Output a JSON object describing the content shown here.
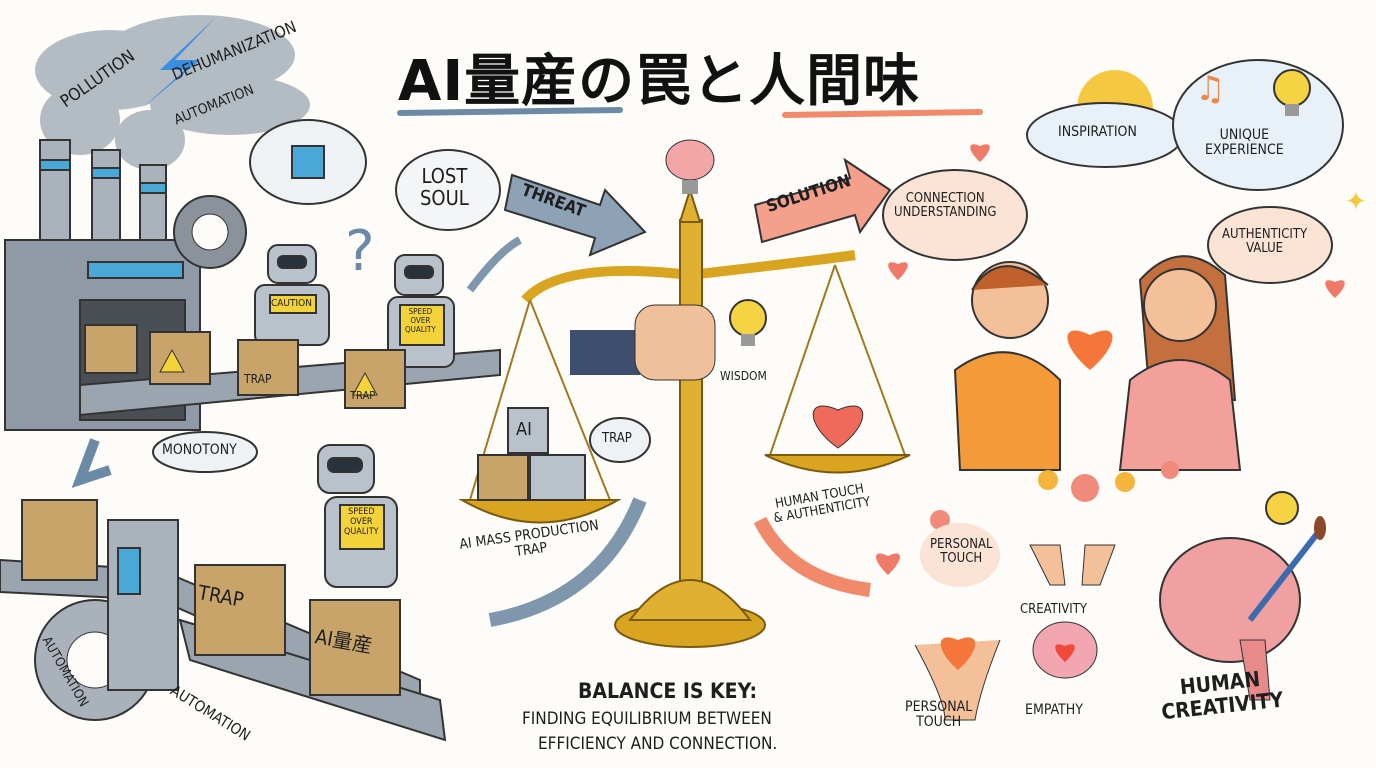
{
  "title": "AI量産の罠と人間味",
  "left_side": {
    "smoke_labels": [
      "POLLUTION",
      "DEHUMANIZATION",
      "AUTOMATION"
    ],
    "thought_bubble": "LOST\nSOUL",
    "threat_arrow": "THREAT",
    "robot_badge_1": "CAUTION",
    "robot_badge_2": "SPEED\nOVER\nQUALITY",
    "robot_badge_3": "SPEED\nOVER\nQUALITY",
    "box_labels": [
      "TRAP",
      "TRAP",
      "TRAP",
      "AI量産"
    ],
    "monotony_bubble": "MONOTONY",
    "gear_label": "AUTOMATION",
    "conveyor_label": "AUTOMATION"
  },
  "center": {
    "scale_box_ai": "AI",
    "trap_bubble": "TRAP",
    "left_pan_label": "AI MASS PRODUCTION\nTRAP",
    "wisdom_label": "WISDOM",
    "right_pan_label": "HUMAN TOUCH\n& AUTHENTICITY",
    "balance_heading": "BALANCE IS KEY:",
    "balance_line1": "FINDING EQUILIBRIUM BETWEEN",
    "balance_line2": "EFFICIENCY AND CONNECTION."
  },
  "right_side": {
    "solution_arrow": "SOLUTION",
    "connection_bubble": "CONNECTION\nUNDERSTANDING",
    "inspiration_cloud": "INSPIRATION",
    "unique_cloud": "UNIQUE\nEXPERIENCE",
    "authenticity_bubble": "AUTHENTICITY\nVALUE",
    "personal_touch_bubble": "PERSONAL\nTOUCH",
    "creativity_label": "CREATIVITY",
    "personal_touch_label": "PERSONAL\nTOUCH",
    "empathy_label": "EMPATHY",
    "human_creativity": "HUMAN\nCREATIVITY"
  },
  "colors": {
    "machine": "#8f9aa6",
    "machine_accent": "#4aa8d8",
    "gold": "#d9a520",
    "box": "#c9a46a",
    "warm": "#f08a6a",
    "heart": "#ef6a5a",
    "sun": "#f5c842",
    "ink": "#1e1e1e"
  }
}
